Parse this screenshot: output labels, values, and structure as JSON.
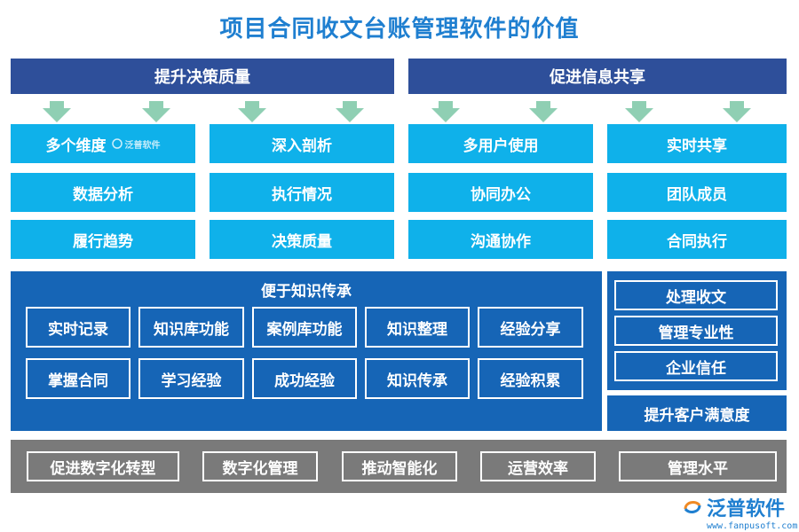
{
  "title": "项目合同收文台账管理软件的价值",
  "left_header": "提升决策质量",
  "right_header": "促进信息共享",
  "top_grid": [
    [
      "多个维度",
      "深入剖析",
      "多用户使用",
      "实时共享"
    ],
    [
      "数据分析",
      "执行情况",
      "协同办公",
      "团队成员"
    ],
    [
      "履行趋势",
      "决策质量",
      "沟通协作",
      "合同执行"
    ]
  ],
  "knowledge": {
    "title": "便于知识传承",
    "row1": [
      "实时记录",
      "知识库功能",
      "案例库功能",
      "知识整理",
      "经验分享"
    ],
    "row2": [
      "掌握合同",
      "学习经验",
      "成功经验",
      "知识传承",
      "经验积累"
    ]
  },
  "right_panel": {
    "items": [
      "处理收文",
      "管理专业性",
      "企业信任"
    ],
    "footer": "提升客户满意度"
  },
  "bottom_bar": [
    "促进数字化转型",
    "数字化管理",
    "推动智能化",
    "运营效率",
    "管理水平"
  ],
  "watermark_small": "泛普软件",
  "logo": {
    "name": "泛普软件",
    "url": "www.fanpusoft.com"
  },
  "colors": {
    "header": "#2e4f9a",
    "cyan": "#0fb1ea",
    "panel": "#1665b6",
    "gray": "#7a7a7a",
    "arrow": "#8fcfb3",
    "title": "#1f7fd0"
  }
}
